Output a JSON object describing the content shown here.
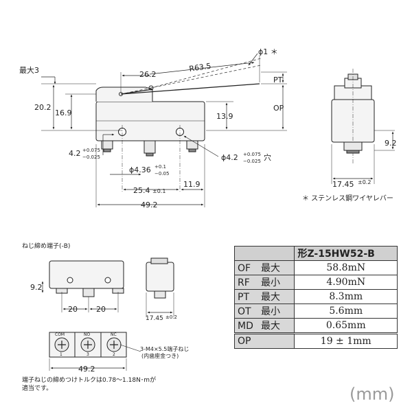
{
  "main_drawing": {
    "dims": {
      "max_3": "最大3",
      "d26_2": "26.2",
      "r63_5": "R63.5",
      "phi1": "ϕ1 ＊",
      "pt": "PT",
      "op": "OP",
      "d20_2": "20.2",
      "d16_9": "16.9",
      "d13_9": "13.9",
      "d4_2_main": "4.2",
      "d4_2_tol_upper": "+0.075",
      "d4_2_tol_lower": "−0.025",
      "phi4_36": "ϕ4.36",
      "phi4_36_tol_upper": "+0.1",
      "phi4_36_tol_lower": "−0.05",
      "phi4_2_hole": "ϕ4.2",
      "phi4_2_hole_tol_upper": "+0.075",
      "phi4_2_hole_tol_lower": "−0.025",
      "phi4_2_hole_suffix": "穴",
      "d25_4": "25.4",
      "d25_4_tol": "±0.1",
      "d11_9": "11.9",
      "d49_2": "49.2"
    }
  },
  "side_view": {
    "d9_2": "9.2",
    "d17_45": "17.45",
    "d17_45_tol": "±0.2",
    "note": "＊ ステンレス鋼ワイヤレバー"
  },
  "screw_terminal": {
    "title": "ねじ締め端子(-B)",
    "d9_2": "9.2",
    "d20_a": "20",
    "d20_b": "20",
    "d17_45": "17.45",
    "d17_45_tol": "±0.2",
    "d49_2": "49.2",
    "terminal_labels": [
      "COM",
      "NO",
      "NC"
    ],
    "terminal_numbers": [
      "1",
      "3",
      "2"
    ],
    "screw_note_1": "3-M4×5.5端子ねじ",
    "screw_note_2": "(内歯座金つき)",
    "torque_note_1": "端子ねじの締めつけトルクは0.78～1.18N･mが",
    "torque_note_2": "適当です。"
  },
  "spec_table": {
    "model": "形Z-15HW52-B",
    "rows": [
      {
        "code": "OF",
        "qualifier": "最大",
        "value": "58.8mN"
      },
      {
        "code": "RF",
        "qualifier": "最小",
        "value": "4.90mN"
      },
      {
        "code": "PT",
        "qualifier": "最大",
        "value": "8.3mm"
      },
      {
        "code": "OT",
        "qualifier": "最小",
        "value": "5.6mm"
      },
      {
        "code": "MD",
        "qualifier": "最大",
        "value": "0.65mm"
      }
    ],
    "op_row": {
      "code": "OP",
      "value": "19 ± 1mm"
    }
  },
  "unit": "(mm)"
}
